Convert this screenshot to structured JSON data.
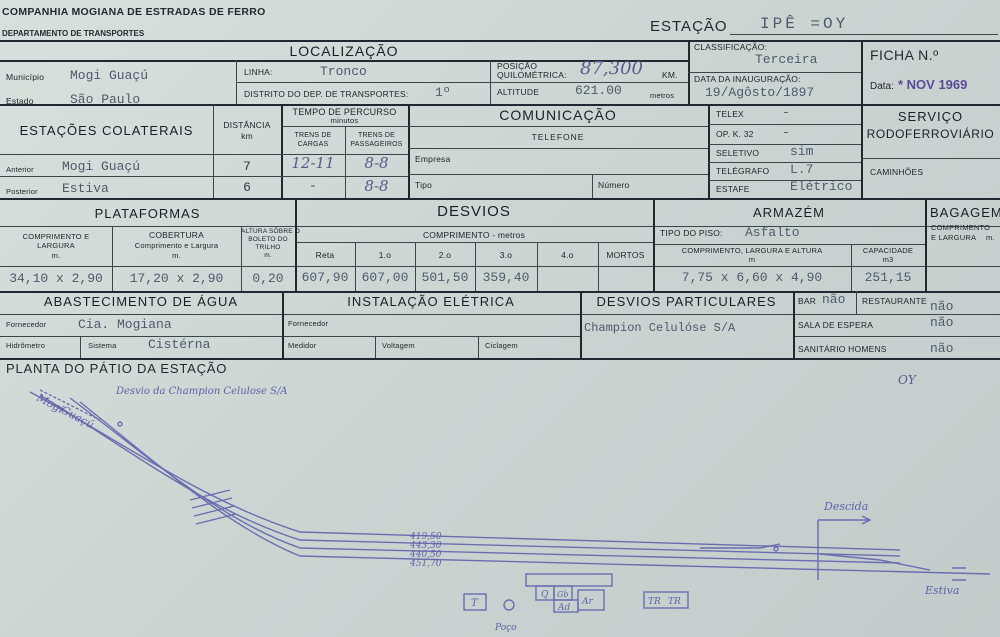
{
  "header": {
    "company": "COMPANHIA MOGIANA DE ESTRADAS DE FERRO",
    "department": "DEPARTAMENTO DE TRANSPORTES",
    "station_label": "ESTAÇÃO",
    "station_value": "IPÊ =OY"
  },
  "localizacao": {
    "title": "LOCALIZAÇÃO",
    "municipio_label": "Município",
    "municipio_value": "Mogi Guaçú",
    "estado_label": "Estado",
    "estado_value": "São Paulo",
    "linha_label": "LINHA:",
    "linha_value": "Tronco",
    "distrito_label": "DISTRITO DO DEP. DE TRANSPORTES:",
    "distrito_value": "1º",
    "posicao_label_1": "POSIÇÃO",
    "posicao_label_2": "QUILOMÉTRICA:",
    "posicao_value": "87,300",
    "km_unit": "KM.",
    "altitude_label": "ALTITUDE",
    "altitude_value": "621.00",
    "metros_unit": "metros"
  },
  "classificacao": {
    "label": "CLASSIFICAÇÃO:",
    "value": "Terceira",
    "inauguracao_label": "DATA DA INAUGURAÇÃO:",
    "inauguracao_value": "19/Agôsto/1897"
  },
  "ficha": {
    "label": "FICHA N.º",
    "data_label": "Data:",
    "data_value": "* NOV 1969"
  },
  "estacoes": {
    "title": "ESTAÇÕES COLATERAIS",
    "distancia_label": "DISTÂNCIA",
    "distancia_unit": "km",
    "tempo_label": "TEMPO DE PERCURSO",
    "tempo_unit": "minutos",
    "cargas_label_1": "TRENS DE",
    "cargas_label_2": "CARGAS",
    "passageiros_label_1": "TRENS DE",
    "passageiros_label_2": "PASSAGEIROS",
    "anterior_label": "Anterior",
    "anterior_value": "Mogi Guaçú",
    "anterior_dist": "7",
    "anterior_cargas": "12-11",
    "anterior_pass": "8-8",
    "posterior_label": "Posterior",
    "posterior_value": "Estiva",
    "posterior_dist": "6",
    "posterior_cargas": "-",
    "posterior_pass": "8-8"
  },
  "comunicacao": {
    "title": "COMUNICAÇÃO",
    "telefone": "TELEFONE",
    "empresa_label": "Empresa",
    "tipo_label": "Tipo",
    "numero_label": "Número",
    "telex_label": "TELEX",
    "telex_value": "-",
    "opk_label": "OP. K. 32",
    "opk_value": "-",
    "seletivo_label": "SELETIVO",
    "seletivo_value": "sim",
    "telegrafo_label": "TELÉGRAFO",
    "telegrafo_value": "L.7",
    "estafe_label": "ESTAFE",
    "estafe_value": "Elétrico"
  },
  "servico": {
    "title_1": "SERVIÇO",
    "title_2": "RODOFERROVIÁRIO",
    "caminhoes_label": "CAMINHÕES"
  },
  "plataformas": {
    "title": "PLATAFORMAS",
    "comp_label_1": "COMPRIMENTO E",
    "comp_label_2": "LARGURA",
    "comp_unit": "m.",
    "comp_value": "34,10 x 2,90",
    "cobertura_label_1": "COBERTURA",
    "cobertura_label_2": "Comprimento e Largura",
    "cobertura_unit": "m.",
    "cobertura_value": "17,20 x 2,90",
    "altura_label_1": "ALTURA SÔBRE O",
    "altura_label_2": "BOLETO DO",
    "altura_label_3": "TRILHO",
    "altura_unit": "m.",
    "altura_value": "0,20"
  },
  "desvios": {
    "title": "DESVIOS",
    "comprimento_label": "COMPRIMENTO - metros",
    "columns": [
      "Reta",
      "1.o",
      "2.o",
      "3.o",
      "4.o",
      "MORTOS"
    ],
    "values": [
      "607,90",
      "607,00",
      "501,50",
      "359,40",
      "",
      ""
    ]
  },
  "armazem": {
    "title": "ARMAZÉM",
    "piso_label": "TIPO DO PISO:",
    "piso_value": "Asfalto",
    "dim_label": "COMPRIMENTO, LARGURA E ALTURA",
    "dim_unit": "m",
    "dim_value": "7,75 x 6,60 x 4,90",
    "cap_label": "CAPACIDADE",
    "cap_unit": "m3",
    "cap_value": "251,15"
  },
  "bagagem": {
    "title": "BAGAGEM",
    "comp_label_1": "COMPRIMENTO",
    "comp_label_2": "E LARGURA",
    "comp_unit": "m."
  },
  "agua": {
    "title": "ABASTECIMENTO DE ÁGUA",
    "fornecedor_label": "Fornecedor",
    "fornecedor_value": "Cia. Mogiana",
    "hidrometro_label": "Hidrômetro",
    "sistema_label": "Sistema",
    "sistema_value": "Cistérna"
  },
  "eletrica": {
    "title": "INSTALAÇÃO ELÉTRICA",
    "fornecedor_label": "Fornecedor",
    "medidor_label": "Medidor",
    "voltagem_label": "Voltagem",
    "ciclagem_label": "Ciclagem"
  },
  "particulares": {
    "title": "DESVIOS PARTICULARES",
    "value": "Champion Celulóse S/A"
  },
  "servicos": {
    "bar_label": "BAR",
    "bar_value": "não",
    "restaurante_label": "RESTAURANTE",
    "restaurante_value": "não",
    "sala_label": "SALA DE ESPERA",
    "sala_value": "não",
    "sanitario_label": "SANITÁRIO HOMENS",
    "sanitario_value": "não"
  },
  "planta": {
    "title": "PLANTA DO PÁTIO DA ESTAÇÃO",
    "code": "OY",
    "branch_label": "Desvio da Champion Celulose S/A",
    "mogi_label_1": "Mogi",
    "mogi_label_2": "Guaçú",
    "descida_label": "Descida",
    "estiva_label": "Estiva",
    "track_lengths": [
      "419,50",
      "443,30",
      "440,50",
      "451,70"
    ],
    "building_labels": [
      "Q",
      "Gb",
      "Ad",
      "Ar"
    ],
    "t_label": "T",
    "tr1_label": "TR",
    "tr2_label": "TR",
    "poco_label": "Poço"
  }
}
